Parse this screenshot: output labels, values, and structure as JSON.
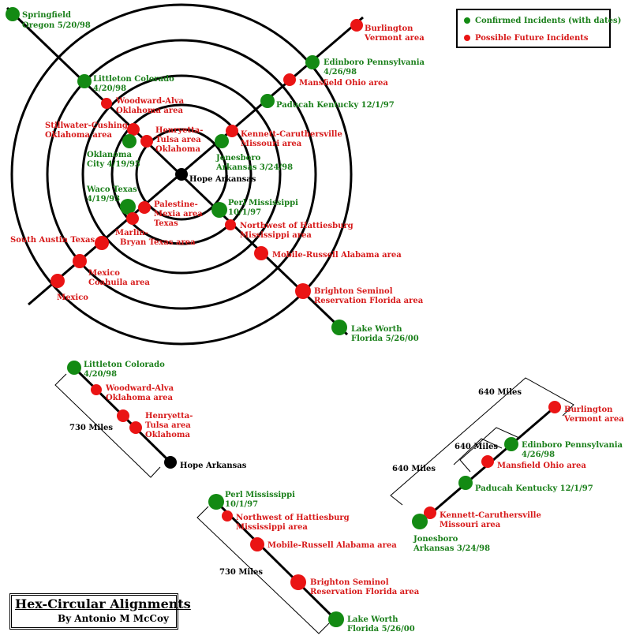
{
  "colors": {
    "confirmed": "#138a13",
    "possible": "#ea1414",
    "center": "#000000",
    "confirmed_text": "#1a7f1a",
    "possible_text": "#d71a1a"
  },
  "legend": {
    "confirmed": "Confirmed Incidents (with dates)",
    "possible": "Possible Future Incidents"
  },
  "title": {
    "main": "Hex-Circular Alignments",
    "byline": "By Antonio M McCoy"
  },
  "main_diagram": {
    "center": {
      "label": "Hope Arkansas"
    },
    "nodes": [
      {
        "key": "springfield",
        "status": "confirmed",
        "lines": [
          "Springfield",
          "Oregon 5/20/98"
        ]
      },
      {
        "key": "littleton",
        "status": "confirmed",
        "lines": [
          "Littleton Colorado",
          "4/20/98"
        ]
      },
      {
        "key": "woodward",
        "status": "possible",
        "lines": [
          "Woodward-Alva",
          "Oklahoma area"
        ]
      },
      {
        "key": "stillwater",
        "status": "possible",
        "lines": [
          "Stillwater-Cushing",
          "Oklahoma area"
        ]
      },
      {
        "key": "henryetta",
        "status": "possible",
        "lines": [
          "Henryetta-",
          "Tulsa  area",
          "Oklahoma"
        ]
      },
      {
        "key": "oklahoma_city",
        "status": "confirmed",
        "lines": [
          "Oklanoma",
          "City 4/19/95"
        ]
      },
      {
        "key": "burlington",
        "status": "possible",
        "lines": [
          "Burlington",
          "Vermont area"
        ]
      },
      {
        "key": "edinboro",
        "status": "confirmed",
        "lines": [
          "Edinboro Pennsylvania",
          "4/26/98"
        ]
      },
      {
        "key": "mansfield",
        "status": "possible",
        "lines": [
          "Mansfield Ohio area"
        ]
      },
      {
        "key": "paducah",
        "status": "confirmed",
        "lines": [
          "Paducah Kentucky 12/1/97"
        ]
      },
      {
        "key": "kennett",
        "status": "possible",
        "lines": [
          "Kennett-Caruthersville",
          "Missouri  area"
        ]
      },
      {
        "key": "jonesboro",
        "status": "confirmed",
        "lines": [
          "Jonesboro",
          "Arkansas 3/24/98"
        ]
      },
      {
        "key": "waco",
        "status": "confirmed",
        "lines": [
          "Waco Texas",
          "4/19/93"
        ]
      },
      {
        "key": "palestine",
        "status": "possible",
        "lines": [
          "Palestine-",
          "Mexia area",
          "Texas"
        ]
      },
      {
        "key": "marlin",
        "status": "possible",
        "lines": [
          "Marlin-",
          "Bryan Texas area"
        ]
      },
      {
        "key": "perl",
        "status": "confirmed",
        "lines": [
          "Perl Mississippi",
          "10/1/97"
        ]
      },
      {
        "key": "northwest_hattiesburg",
        "status": "possible",
        "lines": [
          "Northwest of Hattiesburg",
          "Mississippi  area"
        ]
      },
      {
        "key": "south_austin",
        "status": "possible",
        "lines": [
          "South Austin Texas"
        ]
      },
      {
        "key": "mexico_coahuila",
        "status": "possible",
        "lines": [
          "Mexico",
          "Coahuila area"
        ]
      },
      {
        "key": "mexico",
        "status": "possible",
        "lines": [
          "Mexico"
        ]
      },
      {
        "key": "mobile",
        "status": "possible",
        "lines": [
          "Mobile-Russell Alabama  area"
        ]
      },
      {
        "key": "brighton",
        "status": "possible",
        "lines": [
          "Brighton Seminol",
          "Reservation Florida area"
        ]
      },
      {
        "key": "lake_worth",
        "status": "confirmed",
        "lines": [
          "Lake Worth",
          "Florida 5/26/00"
        ]
      }
    ]
  },
  "sub_diagram_1": {
    "distance": "730 Miles",
    "nodes": [
      {
        "key": "littleton",
        "status": "confirmed",
        "lines": [
          "Littleton Colorado",
          "4/20/98"
        ]
      },
      {
        "key": "woodward",
        "status": "possible",
        "lines": [
          "Woodward-Alva",
          "Oklahoma area"
        ]
      },
      {
        "key": "henryetta",
        "status": "possible",
        "lines": [
          "Henryetta-",
          "Tulsa  area",
          "Oklahoma"
        ]
      },
      {
        "key": "hope",
        "status": "center",
        "lines": [
          "Hope Arkansas"
        ]
      }
    ]
  },
  "sub_diagram_2": {
    "distance": "730 Miles",
    "nodes": [
      {
        "key": "perl",
        "status": "confirmed",
        "lines": [
          "Perl Mississippi",
          "10/1/97"
        ]
      },
      {
        "key": "northwest_hattiesburg",
        "status": "possible",
        "lines": [
          "Northwest of Hattiesburg",
          "Mississippi  area"
        ]
      },
      {
        "key": "mobile",
        "status": "possible",
        "lines": [
          "Mobile-Russell Alabama  area"
        ]
      },
      {
        "key": "brighton",
        "status": "possible",
        "lines": [
          "Brighton Seminol",
          "Reservation Florida area"
        ]
      },
      {
        "key": "lake_worth",
        "status": "confirmed",
        "lines": [
          "Lake Worth",
          "Florida 5/26/00"
        ]
      }
    ]
  },
  "sub_diagram_3": {
    "distances": [
      "640 Miles",
      "640 Miles",
      "640 Miles"
    ],
    "nodes": [
      {
        "key": "burlington",
        "status": "possible",
        "lines": [
          "Burlington",
          "Vermont area"
        ]
      },
      {
        "key": "edinboro",
        "status": "confirmed",
        "lines": [
          "Edinboro Pennsylvania",
          "4/26/98"
        ]
      },
      {
        "key": "mansfield",
        "status": "possible",
        "lines": [
          "Mansfield Ohio area"
        ]
      },
      {
        "key": "paducah",
        "status": "confirmed",
        "lines": [
          "Paducah Kentucky 12/1/97"
        ]
      },
      {
        "key": "kennett",
        "status": "possible",
        "lines": [
          "Kennett-Caruthersville",
          "Missouri  area"
        ]
      },
      {
        "key": "jonesboro",
        "status": "confirmed",
        "lines": [
          "Jonesboro",
          "Arkansas 3/24/98"
        ]
      }
    ]
  }
}
